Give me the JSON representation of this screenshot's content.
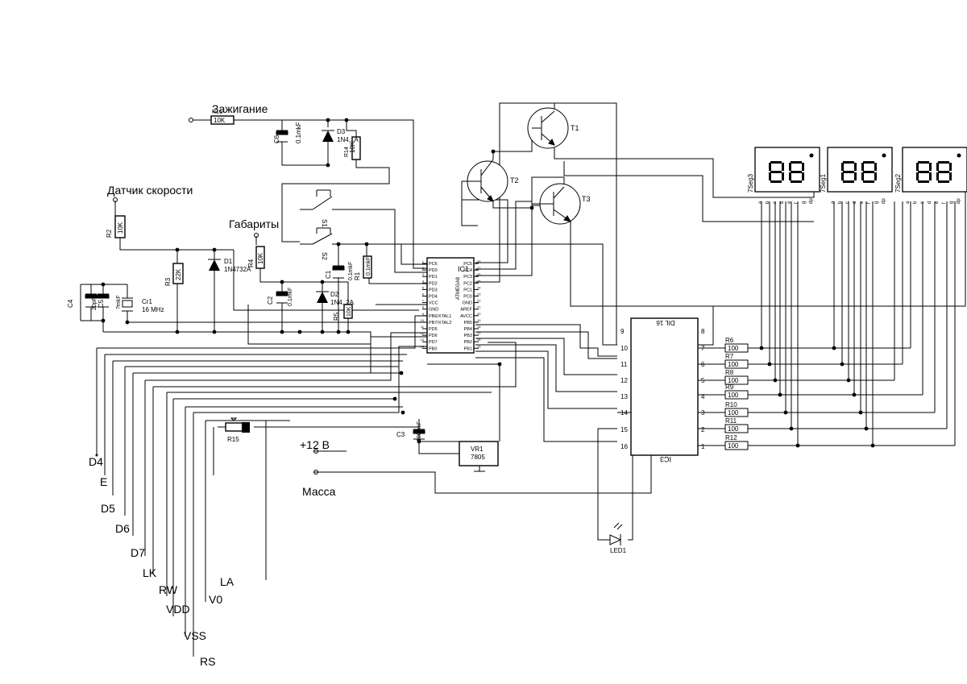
{
  "labels": {
    "ignition": "Зажигание",
    "speed_sensor": "Датчик скорости",
    "markers": "Габариты",
    "power": "+12 В",
    "ground": "Масса"
  },
  "components": {
    "R16": {
      "name": "R16",
      "value": "10K"
    },
    "R14": {
      "name": "R14",
      "value": "10K"
    },
    "R2": {
      "name": "R2",
      "value": "10K"
    },
    "R3": {
      "name": "R3",
      "value": "22K"
    },
    "R4": {
      "name": "R4",
      "value": "10K"
    },
    "R1": {
      "name": "R1",
      "value": "0.1mkF"
    },
    "R5": {
      "name": "R5",
      "value": "10K"
    },
    "R15": {
      "name": "R15"
    },
    "C1": {
      "name": "C1",
      "value": "0.1mkF"
    },
    "C2": {
      "name": "C2",
      "value": "0.1mkF"
    },
    "C3": {
      "name": "C3",
      "value": "100mkF"
    },
    "C4": {
      "name": "C4",
      "value": "20pF"
    },
    "C5": {
      "name": "C5",
      "value": "?mkF"
    },
    "C6": {
      "name": "C6",
      "value": "0.1mkF"
    },
    "D1": {
      "name": "D1",
      "value": "1N4732A"
    },
    "D2": {
      "name": "D2",
      "value": "1N4..2A"
    },
    "D3": {
      "name": "D3",
      "value": "1N4...A"
    },
    "CR1": {
      "name": "Cr1",
      "value": "16 MHz"
    },
    "S1": "S1",
    "S2": "S2",
    "T1": "T1",
    "T2": "T2",
    "T3": "T3",
    "VR1": {
      "name": "VR1",
      "value": "7805"
    },
    "IC1": {
      "name": "IC1",
      "part": "ATMEGA8"
    },
    "IC3": {
      "name": "IC3",
      "part": "DIL 16"
    },
    "LED1": "LED1"
  },
  "ic1_left_pins": [
    "PC6",
    "PD0",
    "PD1",
    "PD2",
    "PD3",
    "PD4",
    "VCC",
    "GND",
    "PB6/XTAL1",
    "PB7/XTAL2",
    "PD5",
    "PD6",
    "PD7",
    "PB0"
  ],
  "ic1_right_pins": [
    "PC5",
    "PC4",
    "PC3",
    "PC2",
    "PC1",
    "PC0",
    "GND",
    "AREF",
    "AVCC",
    "PB5",
    "PB4",
    "PB3",
    "PB2",
    "PB1"
  ],
  "ic3_left_pins": [
    "9",
    "10",
    "11",
    "12",
    "13",
    "14",
    "15",
    "16"
  ],
  "ic3_right_pins": [
    "8",
    "7",
    "6",
    "5",
    "4",
    "3",
    "2",
    "1"
  ],
  "resistor_array": [
    {
      "name": "R6",
      "value": "100"
    },
    {
      "name": "R7",
      "value": "100"
    },
    {
      "name": "R8",
      "value": "100"
    },
    {
      "name": "R9",
      "value": "100"
    },
    {
      "name": "R10",
      "value": "100"
    },
    {
      "name": "R11",
      "value": "100"
    },
    {
      "name": "R12",
      "value": "100"
    }
  ],
  "displays": [
    {
      "name": "7Seg3",
      "pins": [
        "a",
        "b",
        "c",
        "d",
        "e",
        "f",
        "g",
        "dp"
      ]
    },
    {
      "name": "7Seg1",
      "pins": [
        "a",
        "b",
        "c",
        "d",
        "e",
        "f",
        "g",
        "dp"
      ]
    },
    {
      "name": "7Seg2",
      "pins": [
        "a",
        "b",
        "c",
        "d",
        "e",
        "f",
        "g",
        "dp"
      ]
    }
  ],
  "lcd_lines": [
    "D4",
    "E",
    "D5",
    "D6",
    "D7",
    "LK",
    "RW",
    "VDD",
    "VSS",
    "V0",
    "LA",
    "RS"
  ]
}
